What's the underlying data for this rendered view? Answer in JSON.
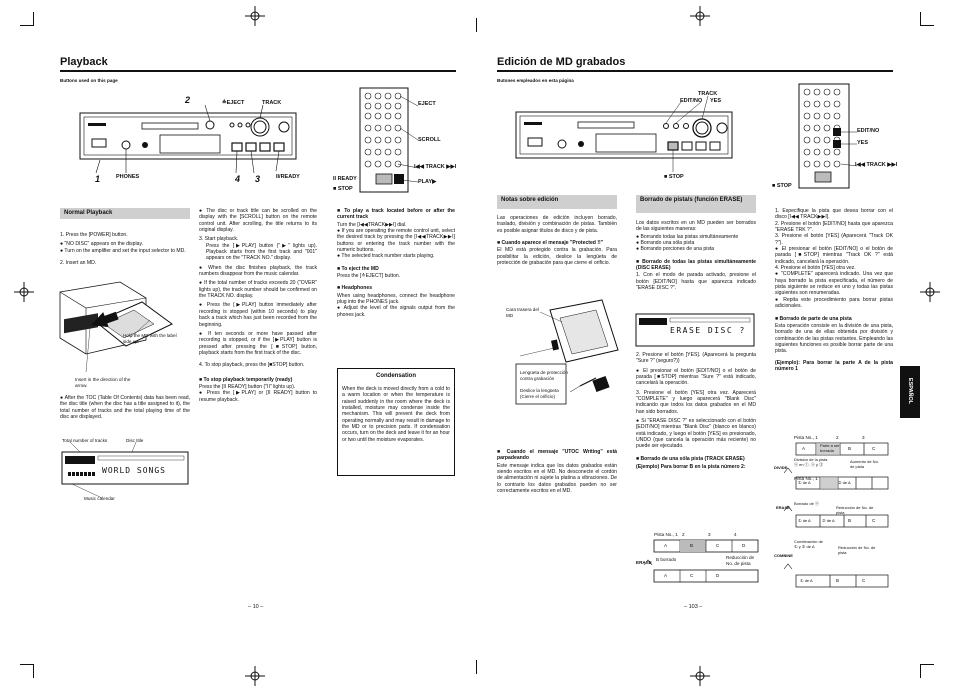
{
  "left": {
    "title": "Playback",
    "buttons_caption": "Buttons used on this page",
    "labels": {
      "n1": "1",
      "n2": "2",
      "n3": "3",
      "n4": "4",
      "eject": "≙EJECT",
      "track": "TRACK",
      "phones": "PHONES",
      "ready": "II/READY"
    },
    "remote_labels": {
      "eject": "EJECT",
      "scroll": "SCROLL",
      "track": "I◀◀ TRACK ▶▶I",
      "ready": "II READY",
      "stop": "■ STOP",
      "play": "PLAY▶"
    },
    "normal_playback_title": "Normal Playback",
    "steps": [
      "1.  Press the [POWER] button.",
      "●  \"NO DISC\" appears on the display.",
      "●  Turn on the amplifier and set the input selector to MD.",
      "2.  Insert an MD."
    ],
    "fig_hold": "Hold the MD with the label side up.",
    "fig_insert": "Insert in the direction of the arrow.",
    "after_toc": "●  After the TOC (Table Of Contents) data has been read, the disc title (when the disc has a title assigned to it), the total number of tracks and the total playing time of the disc are displayed.",
    "disp_total": "Total number of tracks",
    "disp_disc": "Disc title",
    "disp_text": "WORLD SONGS",
    "disp_calendar": "Music calendar",
    "col2": [
      "●  The disc or track title can be scrolled on the display with the [SCROLL] button on the remote control unit. After scrolling, the title returns to its original display.",
      "3.  Start playback.",
      "Press the [▶PLAY] button (\"▶\" lights up). Playback starts from the first track and \"001\" appears on the \"TRACK NO.\" display.",
      "●  When the disc finishes playback, the track numbers disappear from the music calendar.",
      "●  If the total number of tracks exceeds 20 (\"OVER\" lights up), the track number should be confirmed on the TRACK NO. display.",
      "●  Press the [▶PLAY] button immediately after recording is stopped (within 10 seconds) to play back a track which has just been recorded from the beginning.",
      "●  If ten seconds or more have passed after recording is stopped, or if the [▶PLAY] button is pressed after pressing the [■STOP] button, playback starts from the first track of the disc.",
      "4.  To stop playback, press the [■STOP] button."
    ],
    "temp_title": "■  To stop playback temporarily (ready)",
    "temp_text": "Press the [II READY] button (\"II\" lights up).",
    "temp_bullet": "●  Press the [▶PLAY] or [II READY] button to resume playback.",
    "col3_title1": "■  To play a track located before or after the current track",
    "col3_text1": "Turn the [I◀◀TRACK▶▶I] dial.",
    "col3_bullet1": "●  If you are operating the remote control unit, select the desired track by pressing the [I◀◀TRACK▶▶I] buttons or entering the track number with the numeric buttons.",
    "col3_bullet2": "●  The selected track number starts playing.",
    "col3_title2": "■  To eject the MD",
    "col3_text2": "Press the [≙EJECT] button.",
    "col3_title3": "■  Headphones",
    "col3_text3": "When using headphones, connect the headphone plug into the PHONES jack.",
    "col3_bullet3": "●  Adjust the level of the signals output from the phones jack.",
    "cond_title": "Condensation",
    "cond_text": "When the deck is moved directly from a cold to a warm location or when the temperature is raised suddenly in the room where the deck is installed, moisture may condense inside the mechanism. This will prevent the deck from operating normally and may result in damage to the MD or to precision parts. If condensation occurs, turn on the deck and leave it for an hour or two until the moisture evaporates.",
    "page": "– 10 –"
  },
  "right": {
    "title": "Edición de MD grabados",
    "buttons_caption": "Butones empleados en esta página",
    "labels": {
      "track": "TRACK",
      "editno": "EDIT/NO",
      "yes": "YES",
      "stop": "■ STOP"
    },
    "remote_labels": {
      "editno": "EDIT/NO",
      "yes": "YES",
      "track": "I◀◀ TRACK ▶▶I",
      "stop": "■ STOP"
    },
    "notas_title": "Notas sobre edición",
    "notas_text": "Las operaciones de edición incluyen borrado, traslado, división y combinación de pistas. También es posible asignar títulos de disco y de pista.",
    "protected_title": "■  Cuando aparece el mensaje \"Protected !!\"",
    "protected_text": "El MD está protegido contra la grabación. Para posibilitar la edición, deslice la lengüeta de protección de grabación para que cierre el orificio.",
    "fig_cara": "Cara trasera del MD",
    "fig_leng": "Lengüeta de protección contra grabación",
    "fig_desl": "Deslice la lengüeta (Cierre el orificio)",
    "utoc_title": "■  Cuando el mensaje \"UTOC Writing\" está parpadeando",
    "utoc_text": "Este mensaje indica que los datos grabados están siendo escritos en el MD. No desconecte el cordón de alimentación ni sujete la platina a vibraciones. De lo contrario los datos grabados pueden no ser correctamente escritos en el MD.",
    "borrado_title": "Borrado de pista/s (función ERASE)",
    "borrado_intro": "Los datos escritos en un MD pueden ser borrados de las siguientes maneras:",
    "borrado_list": [
      "●  Borrando todas las pistas simultáneamente",
      "●  Borrando una sóla pista",
      "●  Borrando porciones de una pista"
    ],
    "todas_title": "■  Borrado de todas las pistas simultáneamente (DISC ERASE)",
    "todas_text": "1.  Con el modo de parada activado, presione el botón [EDIT/NO] hasta que aparezca indicado \"ERASE DISC ?\".",
    "disc_display": "ERASE DISC ?",
    "col2b": [
      "2.  Presione el botón [YES]. (Aparecerá la pregunta \"Sure ?\" (seguro?))",
      "●  El presionar el botón [EDIT/NO] o el botón de parada [■STOP] mientras \"Sure ?\" está indicado, cancelará la operación.",
      "3.  Presione el botón [YES] otra vez. Aparecerá \"COMPLETE\" y luego aparecerá \"Blank Disc\" indicando que todos los datos grabados en el MD han sido borrados.",
      "●  Si \"ERASE DISC ?\" es seleccionado con el botón [EDIT/NO] mientras \"Blank Disc\" (blanco en blanco) está indicado, y luego el botón [YES] es presionado, UNDO (que cancela la operación más reciente) no puede ser ejecutado."
    ],
    "una_title": "■  Borrado de una sóla pista (TRACK ERASE)",
    "ejemplo1": "(Ejemplo) Para borrar B en la pista número 2:",
    "col3b": [
      "1.  Especifique la pista que desea borrar con el disco [I◀◀ TRACK▶▶I].",
      "2.  Presione el botón [EDIT/NO] hasta que aparezca \"ERASE TRK ?\".",
      "3.  Presione el botón [YES] (Aparecerá \"Track OK ?\").",
      "●  El presionar el botón [EDIT/NO] o el botón de parada [■STOP] mientras \"Track OK ?\" está indicado, cancelará la operación.",
      "4.  Presione el botón [YES] otra vez.",
      "●  \"COMPLETE\" aparecerá indicado. Una vez que haya borrado la pista especificada, el número de pista siguiente se reduce en uno y todas las pistas siguientes son renumeradas.",
      "●  Repita este procedimiento para borrar pistas adicionales."
    ],
    "parte_title": "■  Borrado de parte de una pista",
    "parte_text": "Esta operación consiste en la división de una pista, borrado de una de ellas obtenida por división y combinación de las pistas restantes. Empleando las siguientes funciones es posible borrar parte de una pista.",
    "ejemplo2": "(Ejemplo): Para borrar la parte A de la pista número 1",
    "diag": {
      "pista1": "Pista No., 1",
      "pistaN1": "Pista No., 1",
      "n2": "2",
      "n3": "3",
      "n4": "4",
      "A": "A",
      "B": "B",
      "C": "C",
      "D": "D",
      "borrado": "B borrado",
      "reduccion": "Reducción de No. de pista",
      "erase": "ERASE",
      "divide": "DIVIDE",
      "combine": "COMBINE",
      "parte": "Parte a ser borrada",
      "division": "División de la pista ⓐ en ①, ⓐ y ②",
      "aumento": "Aumento de No. de pista",
      "dea": "① de A",
      "dea2": "② de A",
      "borrado_a": "Borrado de ⓐ",
      "reduccion2": "Reducción de No. de pista",
      "comb": "Combinación de ① y ② de A",
      "reduccion3": "Reducción de No. de pista"
    },
    "sidetab": "ESPAÑOL",
    "page": "– 103 –"
  }
}
